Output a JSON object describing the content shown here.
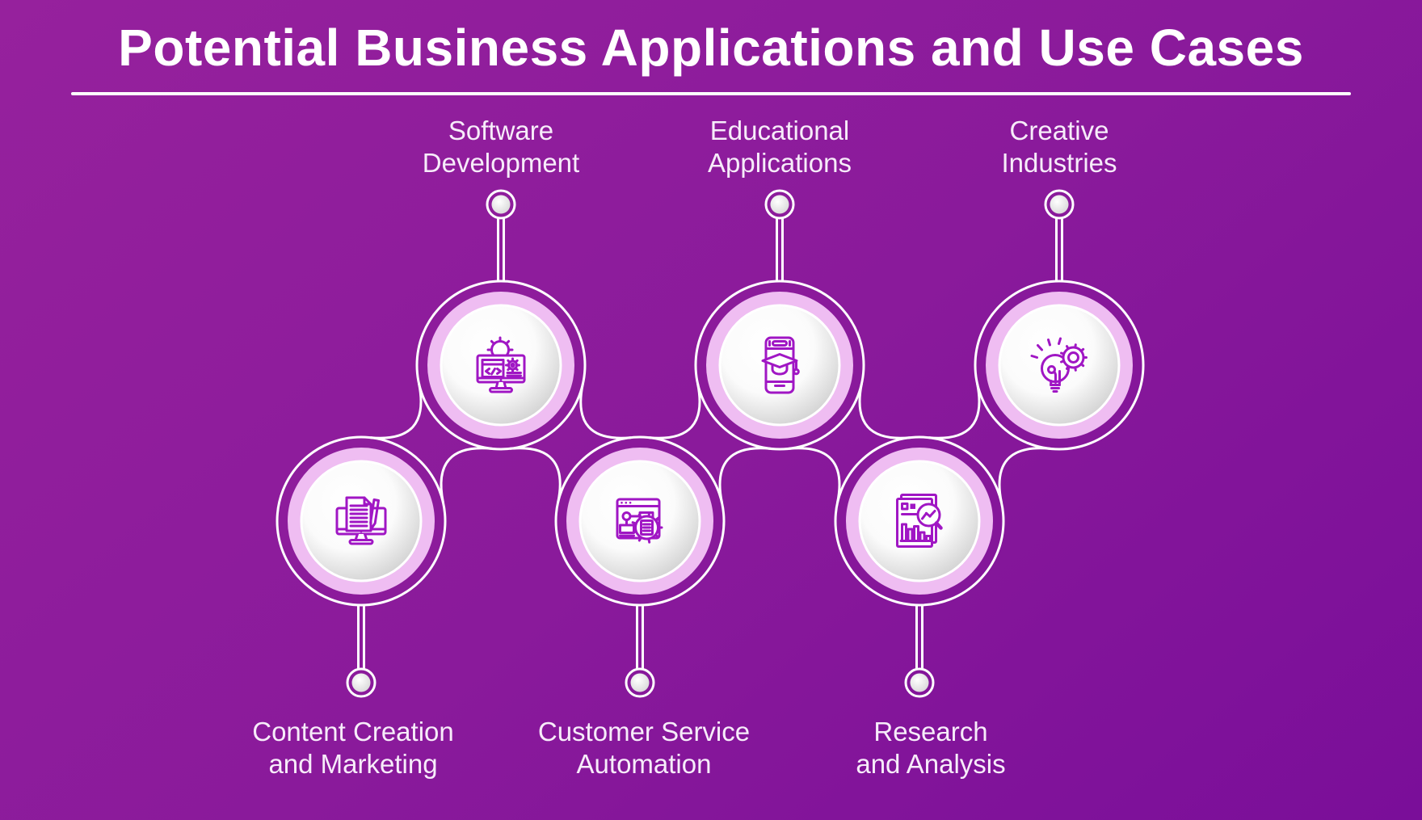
{
  "title": {
    "text": "Potential Business Applications and Use Cases"
  },
  "colors": {
    "bg_from": "#96219d",
    "bg_to": "#7a0e99",
    "outline_white": "#ffffff",
    "ring_pink": "#efbdf2",
    "icon_stroke": "#a016c4",
    "label_color": "#f7ecfa",
    "title_color": "#ffffff"
  },
  "nodes": [
    {
      "id": "software-development",
      "row": "top",
      "icon": "software-development-icon",
      "lines": [
        "Software",
        "Development"
      ]
    },
    {
      "id": "educational-applications",
      "row": "top",
      "icon": "educational-applications-icon",
      "lines": [
        "Educational",
        "Applications"
      ]
    },
    {
      "id": "creative-industries",
      "row": "top",
      "icon": "creative-industries-icon",
      "lines": [
        "Creative",
        "Industries"
      ]
    },
    {
      "id": "content-creation-marketing",
      "row": "bottom",
      "icon": "content-creation-icon",
      "lines": [
        "Content Creation",
        "and Marketing"
      ]
    },
    {
      "id": "customer-service-automation",
      "row": "bottom",
      "icon": "customer-service-icon",
      "lines": [
        "Customer Service",
        "Automation"
      ]
    },
    {
      "id": "research-and-analysis",
      "row": "bottom",
      "icon": "research-analysis-icon",
      "lines": [
        "Research",
        "and Analysis"
      ]
    }
  ]
}
